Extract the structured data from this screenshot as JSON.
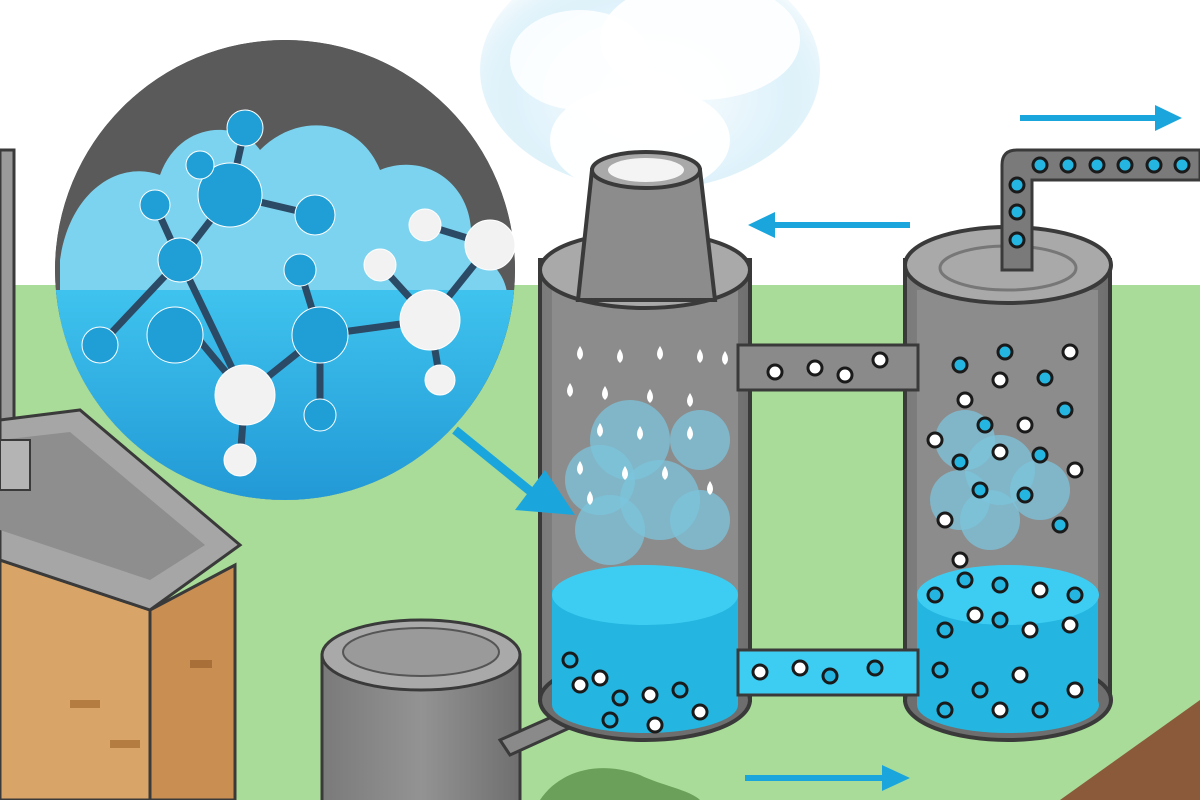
{
  "labels": [],
  "colors": {
    "sky": "#ffffff",
    "grass": "#a8dc98",
    "grass_dark": "#98cf86",
    "tank_gray": "#8a8a8a",
    "tank_gray_dark": "#6e6e6e",
    "tank_top": "#a9a9a9",
    "tank_outline": "#3a3a3a",
    "water": "#3ecdf2",
    "water_dark": "#24b6e0",
    "arrow_blue": "#1aa6dd",
    "molecule_blue": "#1f9fd6",
    "molecule_white": "#f2f2f2",
    "cloud_blue": "#7cd3ef",
    "bubble_ring": "#1a1a1a",
    "building_tan": "#d9a467",
    "building_roof": "#a0a0a0",
    "soil": "#8a5a3a"
  },
  "diagram": {
    "title": "",
    "stages": [
      {
        "name": "scrubber-tower",
        "icon": "absorber-tower-icon"
      },
      {
        "name": "regenerator-tower",
        "icon": "stripper-tower-icon"
      },
      {
        "name": "amine-magnifier",
        "icon": "molecule-magnifier-icon"
      },
      {
        "name": "factory-building",
        "icon": "factory-icon"
      },
      {
        "name": "storage-tank",
        "icon": "storage-tank-icon"
      }
    ],
    "flows": [
      {
        "name": "flue-gas-in",
        "direction": "left"
      },
      {
        "name": "co2-out",
        "direction": "right"
      },
      {
        "name": "liquid-transfer",
        "direction": "right"
      }
    ]
  }
}
